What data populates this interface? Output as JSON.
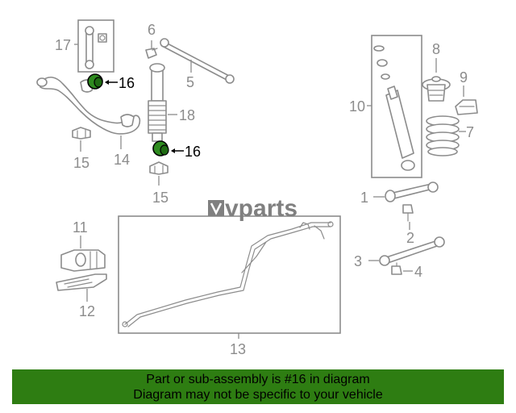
{
  "diagram": {
    "callouts": {
      "c1": "1",
      "c2": "2",
      "c3": "3",
      "c4": "4",
      "c5": "5",
      "c6": "6",
      "c7": "7",
      "c8": "8",
      "c9": "9",
      "c10": "10",
      "c11": "11",
      "c12": "12",
      "c13": "13",
      "c14": "14",
      "c15a": "15",
      "c15b": "15",
      "c16a": "16",
      "c16b": "16",
      "c17": "17",
      "c18": "18"
    },
    "highlighted_part": "16",
    "highlight_color": "#2e8b1f",
    "watermark": "vparts"
  },
  "notice": {
    "line1": "Part or sub-assembly is #16 in diagram",
    "line2": "Diagram may not be specific to your vehicle",
    "background": "#2e7d12"
  }
}
